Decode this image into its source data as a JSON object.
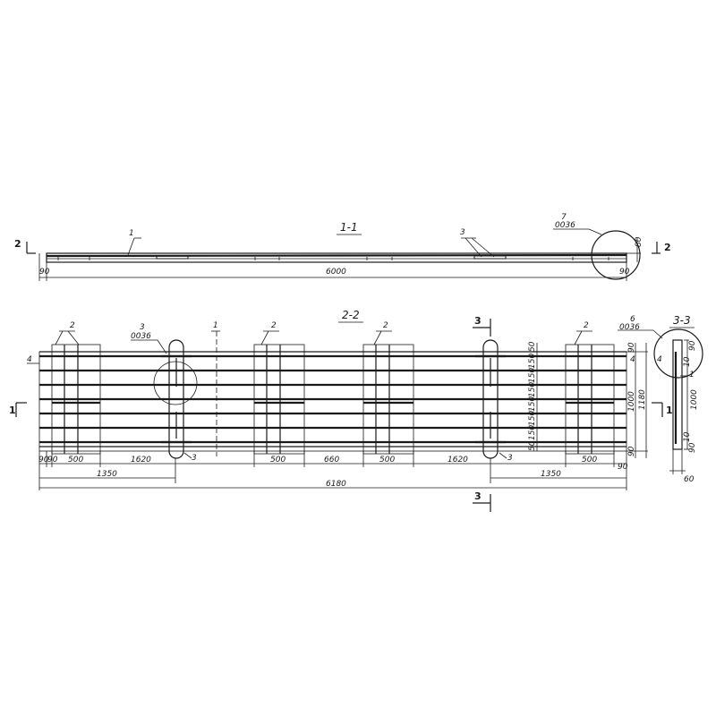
{
  "section_1_1": {
    "title": "1-1",
    "cut_label": "2",
    "cut_label_right": "2",
    "callout_1": "1",
    "callout_3": "3",
    "node_num": "7",
    "node_sheet": "0036",
    "dim_length": "6000",
    "dim_left": "90",
    "dim_right": "90",
    "dim_height": "80"
  },
  "section_2_2": {
    "title": "2-2",
    "callouts": [
      "2",
      "2",
      "2",
      "2"
    ],
    "callout_3_top": "3",
    "callout_3_sheet": "0036",
    "callout_1": "1",
    "callout_4_left": "4",
    "callout_4_right": "4",
    "callout_3_bottom_left": "3",
    "callout_3_bottom_right": "3",
    "cut_3_top": "3",
    "cut_3_bottom": "3",
    "cut_1_left": "1",
    "cut_1_right": "1",
    "node_num": "6",
    "node_sheet": "0036",
    "bottom_dims": [
      "90",
      "90",
      "500",
      "1620",
      "500",
      "660",
      "500",
      "1620",
      "500",
      "90"
    ],
    "dim_1350_left": "1350",
    "dim_1350_right": "1350",
    "dim_total": "6180",
    "vertical_dims": [
      "50",
      "150",
      "150",
      "150",
      "150",
      "150",
      "150",
      "50"
    ],
    "right_dims": [
      "90",
      "90",
      "1000",
      "1180"
    ]
  },
  "section_3_3": {
    "title": "3-3",
    "callout_4": "4",
    "callout_1": "1",
    "dim_top": "90",
    "dim_mid": "10",
    "dim_height": "1000",
    "dim_bottom_10": "10",
    "dim_bottom_90": "90",
    "dim_width": "60"
  }
}
